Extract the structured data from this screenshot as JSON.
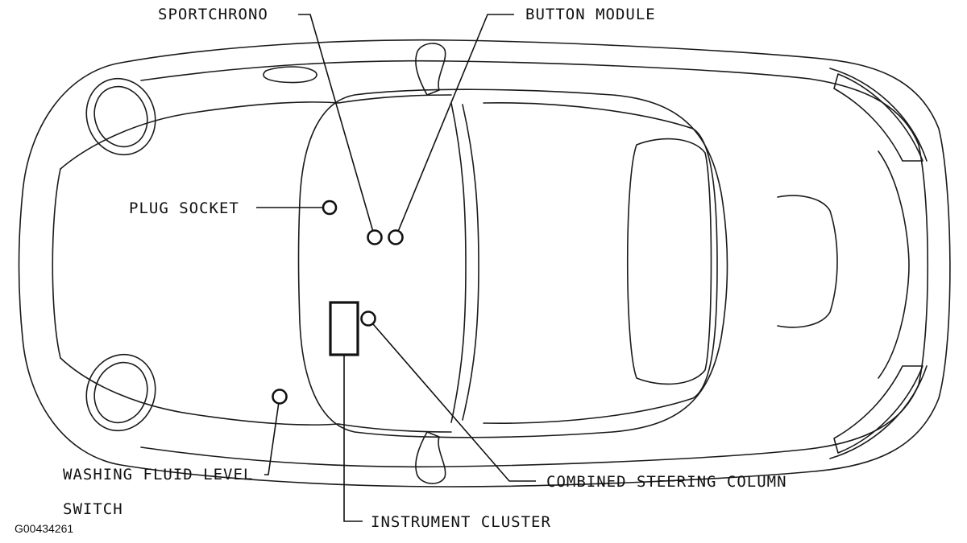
{
  "labels": {
    "sportchrono": "SPORTCHRONO",
    "button_module": "BUTTON MODULE",
    "plug_socket": "PLUG SOCKET",
    "washing_line1": "WASHING FLUID LEVEL",
    "washing_line2": "SWITCH",
    "combined_steering": "COMBINED STEERING COLUMN",
    "instrument_cluster": "INSTRUMENT CLUSTER"
  },
  "figure_id": "G00434261"
}
